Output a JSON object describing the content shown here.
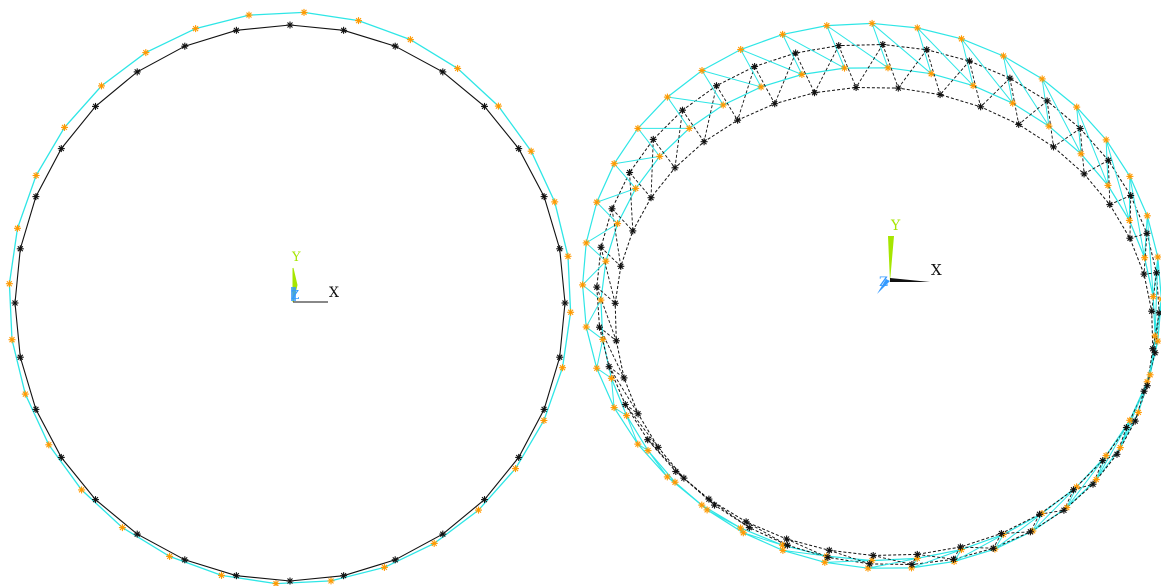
{
  "views": [
    {
      "id": "front-view",
      "triad": {
        "x_label": "X",
        "y_label": "Y",
        "z_label": "Z"
      }
    },
    {
      "id": "iso-view",
      "triad": {
        "x_label": "X",
        "y_label": "Y",
        "z_label": "Z"
      }
    }
  ],
  "colors": {
    "background": "#ffffff",
    "deformed_mesh": "#2ee6e6",
    "undeformed_mesh": "#111111",
    "deformed_nodes": "#ff9900",
    "undeformed_nodes": "#111111",
    "axis_x": "#111111",
    "axis_y": "#a6e600",
    "axis_z": "#3399ff"
  }
}
